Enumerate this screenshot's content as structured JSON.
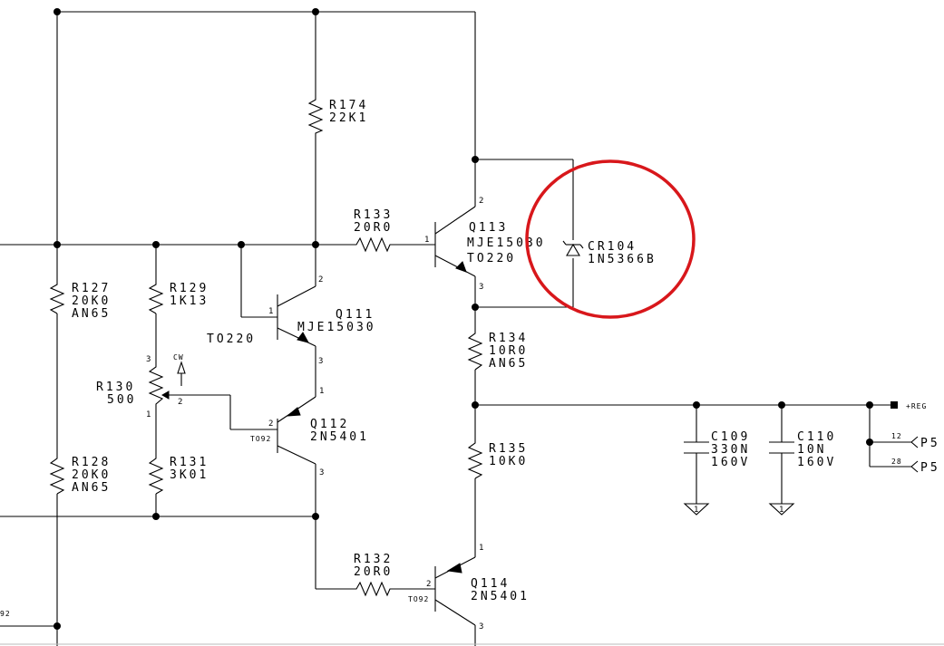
{
  "resistors": {
    "r174": {
      "ref": "R174",
      "value": "22K1"
    },
    "r133": {
      "ref": "R133",
      "value": "20R0"
    },
    "r127": {
      "ref": "R127",
      "value": "20K0",
      "type": "AN65"
    },
    "r129": {
      "ref": "R129",
      "value": "1K13"
    },
    "r130": {
      "ref": "R130",
      "value": "500"
    },
    "r128": {
      "ref": "R128",
      "value": "20K0",
      "type": "AN65"
    },
    "r131": {
      "ref": "R131",
      "value": "3K01"
    },
    "r134": {
      "ref": "R134",
      "value": "10R0",
      "type": "AN65"
    },
    "r135": {
      "ref": "R135",
      "value": "10K0"
    },
    "r132": {
      "ref": "R132",
      "value": "20R0"
    }
  },
  "transistors": {
    "q113": {
      "ref": "Q113",
      "part": "MJE15030",
      "package": "TO220",
      "pins": [
        "1",
        "2",
        "3"
      ]
    },
    "q111": {
      "ref": "Q111",
      "part": "MJE15030",
      "package": "TO220",
      "pins": [
        "1",
        "2",
        "3"
      ]
    },
    "q112": {
      "ref": "Q112",
      "part": "2N5401",
      "package": "TO92",
      "pins": [
        "1",
        "2",
        "3"
      ]
    },
    "q114": {
      "ref": "Q114",
      "part": "2N5401",
      "package": "TO92",
      "pins": [
        "1",
        "2",
        "3"
      ]
    }
  },
  "diode": {
    "ref": "CR104",
    "part": "1N5366B"
  },
  "capacitors": {
    "c109": {
      "ref": "C109",
      "value": "330N",
      "voltage": "160V"
    },
    "c110": {
      "ref": "C110",
      "value": "10N",
      "voltage": "160V"
    }
  },
  "pot": {
    "wiper_label": "CW",
    "pins": [
      "3",
      "2",
      "1"
    ]
  },
  "net_label": "+REG",
  "connectors": [
    {
      "pin": "12",
      "name": "P5"
    },
    {
      "pin": "28",
      "name": "P5"
    }
  ],
  "ground_label": "1",
  "edge_label": "92",
  "highlight_color": "#d8171b"
}
